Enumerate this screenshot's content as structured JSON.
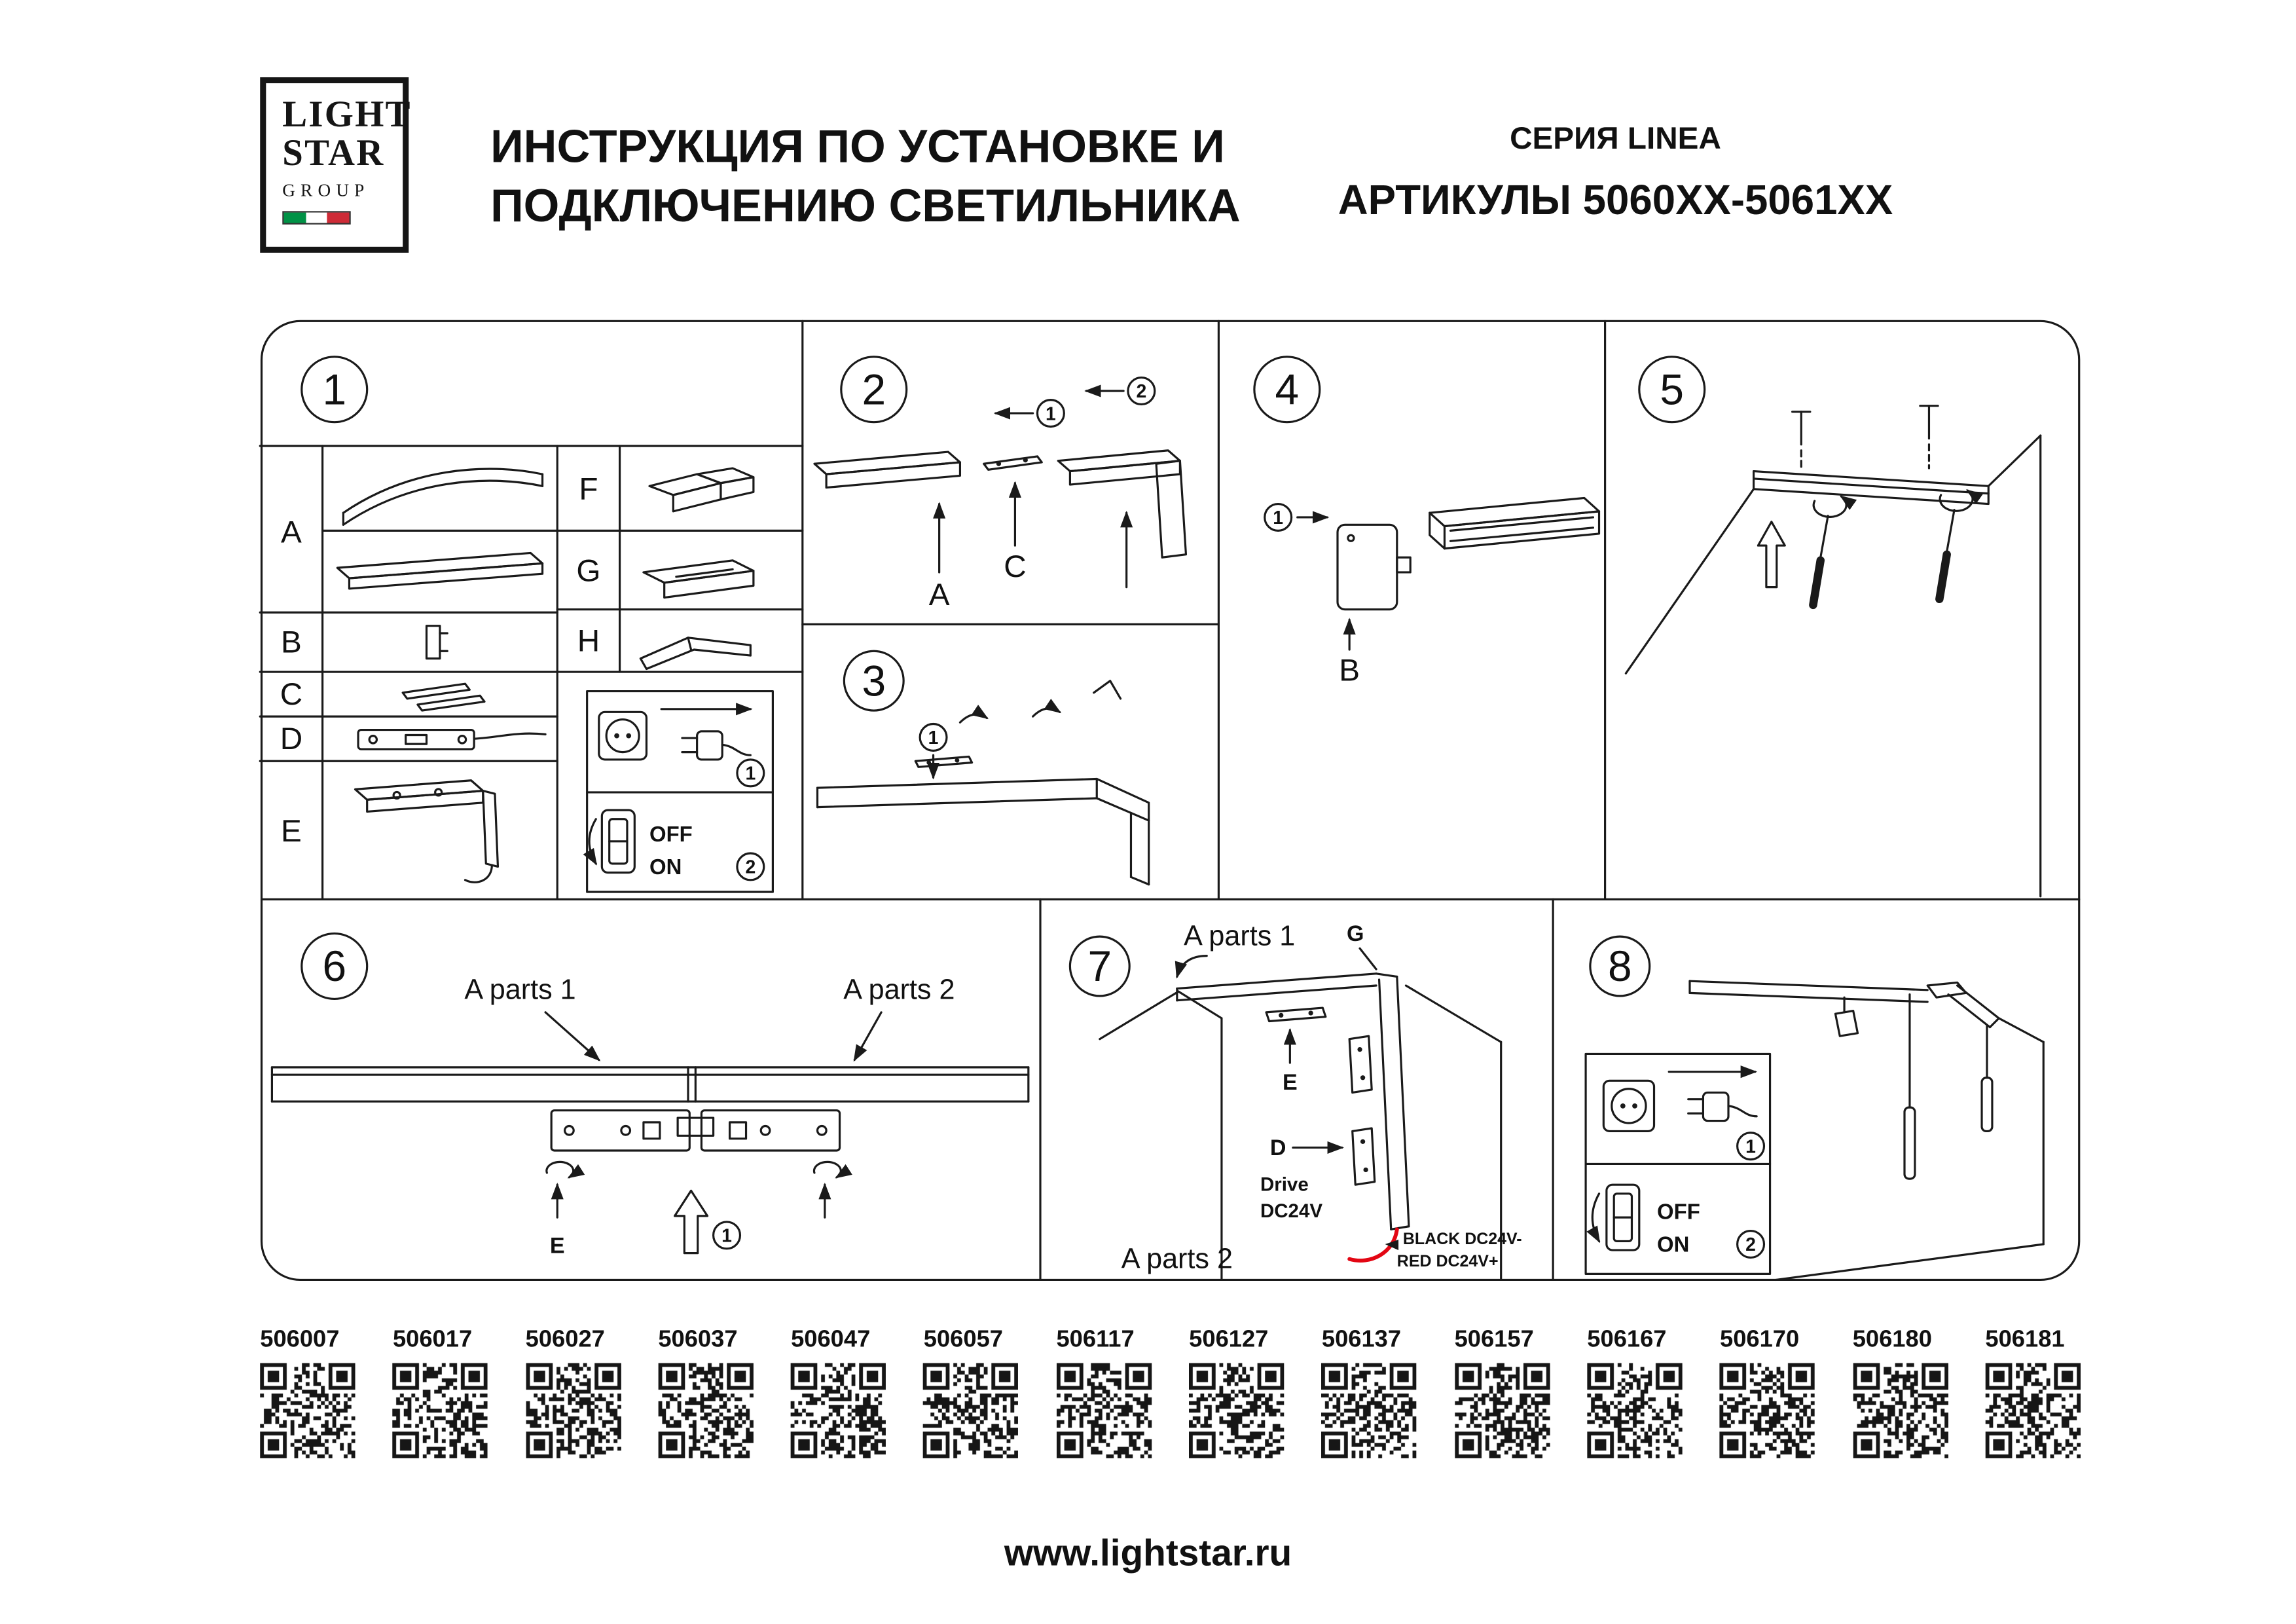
{
  "header": {
    "logo": {
      "word1": "LIGHT",
      "word2": "STAR",
      "word3": "GROUP"
    },
    "title_line1": "ИНСТРУКЦИЯ ПО УСТАНОВКЕ И",
    "title_line2": "ПОДКЛЮЧЕНИЮ СВЕТИЛЬНИКА",
    "series": "СЕРИЯ LINEA",
    "articles": "АРТИКУЛЫ 5060XX-5061XX"
  },
  "steps": {
    "s1": {
      "number": "1",
      "left_letters": [
        "A",
        "B",
        "C",
        "D",
        "E"
      ],
      "right_letters": [
        "F",
        "G",
        "H"
      ],
      "plug_callout": "1",
      "switch_callout": "2",
      "off_label": "OFF",
      "on_label": "ON"
    },
    "s2": {
      "number": "2",
      "callout_1": "1",
      "callout_2": "2",
      "label_a": "A",
      "label_c": "C"
    },
    "s3": {
      "number": "3",
      "callout_1": "1"
    },
    "s4": {
      "number": "4",
      "callout_1": "1",
      "label_b": "B"
    },
    "s5": {
      "number": "5"
    },
    "s6": {
      "number": "6",
      "label_parts1": "A parts 1",
      "label_parts2": "A parts 2",
      "label_e": "E",
      "callout_1": "1"
    },
    "s7": {
      "number": "7",
      "label_parts1": "A parts 1",
      "label_parts2": "A parts 2",
      "label_g": "G",
      "label_e": "E",
      "label_d": "D",
      "label_drive_line1": "Drive",
      "label_drive_line2": "DC24V",
      "label_black_wire": "BLACK DC24V-",
      "label_red_wire": "RED DC24V+"
    },
    "s8": {
      "number": "8",
      "plug_callout": "1",
      "switch_callout": "2",
      "off_label": "OFF",
      "on_label": "ON"
    }
  },
  "qr_codes": [
    "506007",
    "506017",
    "506027",
    "506037",
    "506047",
    "506057",
    "506117",
    "506127",
    "506137",
    "506157",
    "506167",
    "506170",
    "506180",
    "506181"
  ],
  "footer": {
    "website": "www.lightstar.ru"
  },
  "colors": {
    "line": "#1a1a1a",
    "red_wire": "#e30613",
    "flag_green": "#009246",
    "flag_white": "#ffffff",
    "flag_red": "#ce2b37"
  }
}
